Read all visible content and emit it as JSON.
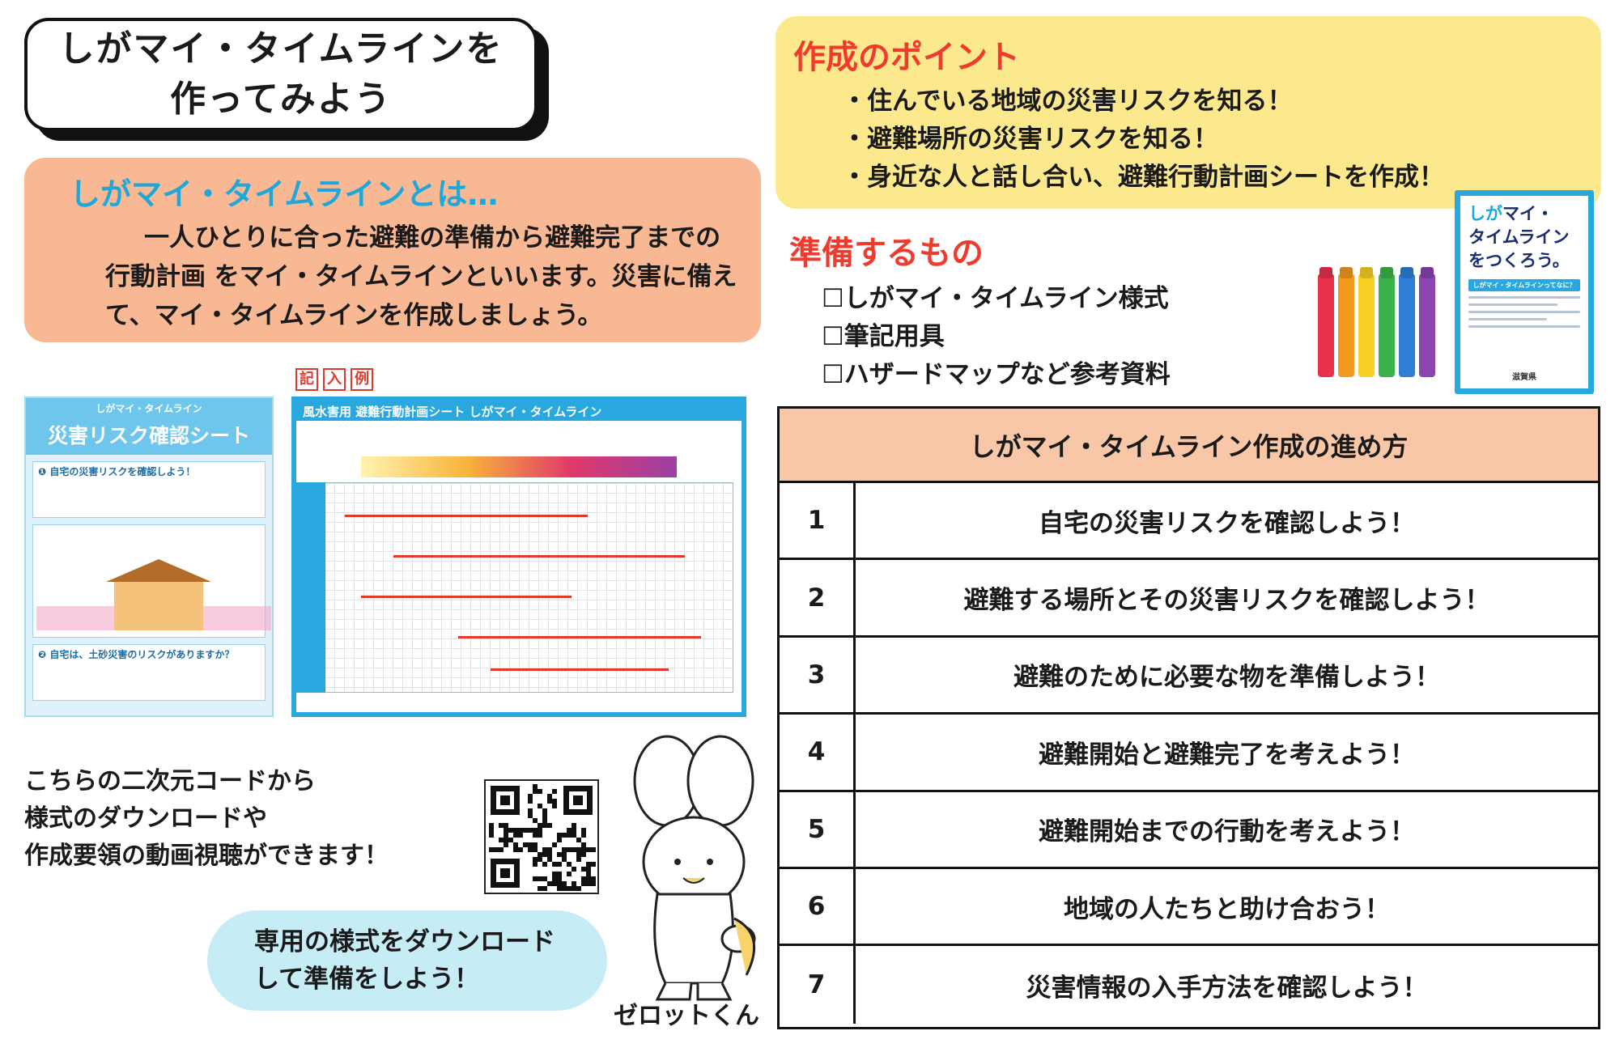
{
  "title": {
    "line1": "しがマイ・タイムラインを",
    "line2": "作ってみよう"
  },
  "whatis": {
    "heading": "しがマイ・タイムラインとは…",
    "body": "一人ひとりに合った避難の準備から避難完了までの行動計画 をマイ・タイムラインといいます。災害に備えて、マイ・タイムラインを作成しましょう。"
  },
  "points": {
    "heading": "作成のポイント",
    "items": [
      "・住んでいる地域の災害リスクを知る！",
      "・避難場所の災害リスクを知る！",
      "・身近な人と話し合い、避難行動計画シートを作成！"
    ]
  },
  "prepare": {
    "heading": "準備するもの",
    "items": [
      "☐しがマイ・タイムライン様式",
      "☐筆記用具",
      "☐ハザードマップなど参考資料"
    ]
  },
  "book": {
    "title_accent": "しが",
    "title_rest1": "マイ・",
    "title_line2": "タイムライン",
    "title_line3": "をつくろう。",
    "sub": "しがマイ・タイムラインってなに？",
    "foot": "滋賀県"
  },
  "pens": {
    "colors": [
      "#e8314d",
      "#f39a1f",
      "#f7d126",
      "#3cb34a",
      "#2f7fd6",
      "#8b44b0"
    ]
  },
  "sheet1": {
    "small": "しがマイ・タイムライン",
    "big": "災害リスク確認シート",
    "section1": "❶ 自宅の災害リスクを確認しよう！",
    "section2": "❷ 自宅は、土砂災害のリスクがありますか？"
  },
  "sheet2": {
    "label": [
      "記",
      "入",
      "例"
    ],
    "head": "風水害用 避難行動計画シート しがマイ・タイムライン"
  },
  "qr": {
    "text_lines": [
      "こちらの二次元コードから",
      "様式のダウンロードや",
      "作成要領の動画視聴ができます！"
    ]
  },
  "bubble": {
    "line1": "専用の様式をダウンロード",
    "line2": "して準備をしよう！"
  },
  "mascot": {
    "name": "ゼロットくん"
  },
  "steps": {
    "heading": "しがマイ・タイムライン作成の進め方",
    "rows": [
      {
        "num": "1",
        "text": "自宅の災害リスクを確認しよう！"
      },
      {
        "num": "2",
        "text": "避難する場所とその災害リスクを確認しよう！"
      },
      {
        "num": "3",
        "text": "避難のために必要な物を準備しよう！"
      },
      {
        "num": "4",
        "text": "避難開始と避難完了を考えよう！"
      },
      {
        "num": "5",
        "text": "避難開始までの行動を考えよう！"
      },
      {
        "num": "6",
        "text": "地域の人たちと助け合おう！"
      },
      {
        "num": "7",
        "text": "災害情報の入手方法を確認しよう！"
      }
    ]
  }
}
